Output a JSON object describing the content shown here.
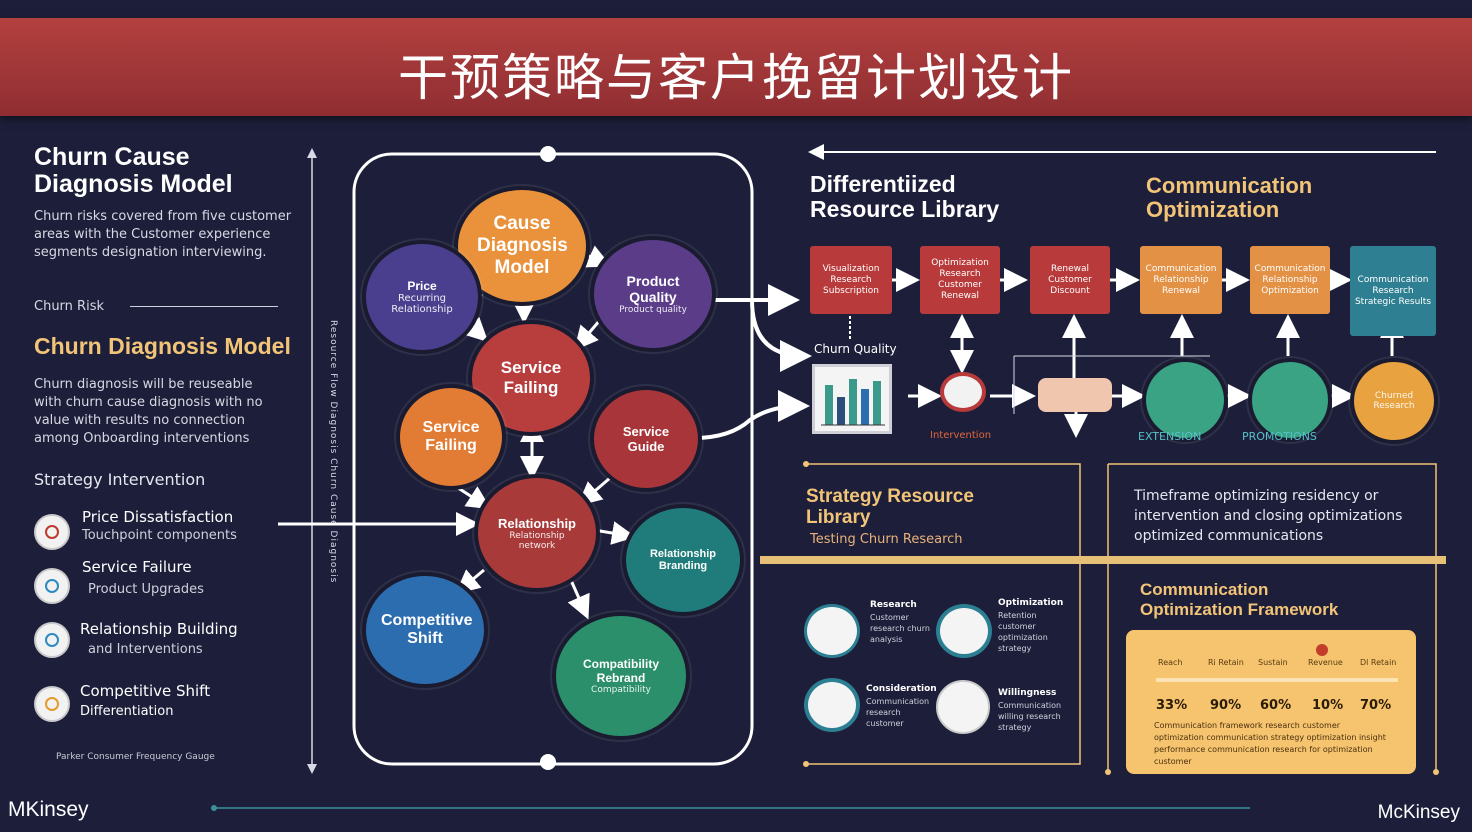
{
  "title": "干预策略与客户挽留计划设计",
  "left": {
    "heading1": "Churn Cause\nDiagnosis Model",
    "para1": "Churn risks covered from five customer areas with the Customer experience segments designation interviewing.",
    "rule_label": "Churn Risk",
    "heading2": "Churn Diagnosis Model",
    "para2": "Churn diagnosis will be reuseable with churn cause diagnosis with no value with results no connection among Onboarding interventions",
    "strategy_label": "Strategy Intervention",
    "items": [
      {
        "title": "Price Dissatisfaction",
        "sub": "Touchpoint components"
      },
      {
        "title": "Service Failure",
        "sub": "Product Upgrades"
      },
      {
        "title": "Relationship Building",
        "sub": "and Interventions"
      },
      {
        "title": "Competitive Shift",
        "sub": "Differentiation"
      }
    ],
    "footnote": "Parker Consumer Frequency Gauge",
    "axis_label": "Resource Flow Diagnosis Churn Cause Diagnosis"
  },
  "network": {
    "nodes": [
      {
        "label": "Cause Diagnosis Model",
        "sub": ""
      },
      {
        "label": "Price",
        "sub": "Recurring Relationship"
      },
      {
        "label": "Product Quality",
        "sub": "Product quality"
      },
      {
        "label": "Service Failing",
        "sub": ""
      },
      {
        "label": "Service Failing",
        "sub": ""
      },
      {
        "label": "Service Guide",
        "sub": ""
      },
      {
        "label": "Relationship",
        "sub": "Relationship network"
      },
      {
        "label": "Relationship Branding",
        "sub": ""
      },
      {
        "label": "Competitive Shift",
        "sub": ""
      },
      {
        "label": "Compatibility Rebrand",
        "sub": "Compatibility"
      }
    ]
  },
  "right": {
    "heading_resource": "Differentiized\nResource Library",
    "heading_comm": "Communication\nOptimization",
    "boxes": [
      {
        "text": "Visualization Research Subscription"
      },
      {
        "text": "Optimization Research Customer Renewal"
      },
      {
        "text": "Renewal Customer Discount"
      },
      {
        "text": "Communication Relationship Renewal"
      },
      {
        "text": "Communication Relationship Optimization"
      },
      {
        "text": "Communication Research Strategic Results"
      }
    ],
    "chart_label": "Churn Quality",
    "bubble_labels": [
      "Intervention",
      "EXTENSION",
      "PROMOTIONS"
    ],
    "end_bubble": "Churned Research",
    "strategy_heading": "Strategy Resource\nLibrary",
    "strategy_sub": "Testing Churn Research",
    "comm_text": "Timeframe optimizing residency or intervention and closing optimizations optimized communications",
    "comm_framework_heading": "Communication\nOptimization Framework",
    "icons": [
      {
        "title": "Research",
        "desc": "Customer research churn analysis"
      },
      {
        "title": "Optimization",
        "desc": "Retention customer optimization strategy"
      },
      {
        "title": "Consideration",
        "desc": "Communication research customer"
      },
      {
        "title": "Willingness",
        "desc": "Communication willing research strategy"
      }
    ],
    "scale_labels": [
      "Reach",
      "Ri Retain",
      "Sustain",
      "Revenue",
      "Dl Retain"
    ],
    "scale_values": [
      "33%",
      "90%",
      "60%",
      "10%",
      "70%"
    ],
    "scale_text": "Communication framework research customer optimization communication strategy optimization insight performance communication research for optimization customer"
  },
  "footer": {
    "left": "MKinsey",
    "right": "McKinsey"
  },
  "colors": {
    "banner": "#a8383a",
    "background": "#1d1f3a",
    "orange": "#e9913b",
    "red": "#b83d3d",
    "purple": "#5a3c89",
    "blue": "#2c6db0",
    "teal": "#1f7c7a",
    "green": "#2b8f6b",
    "gold": "#f2c477"
  }
}
